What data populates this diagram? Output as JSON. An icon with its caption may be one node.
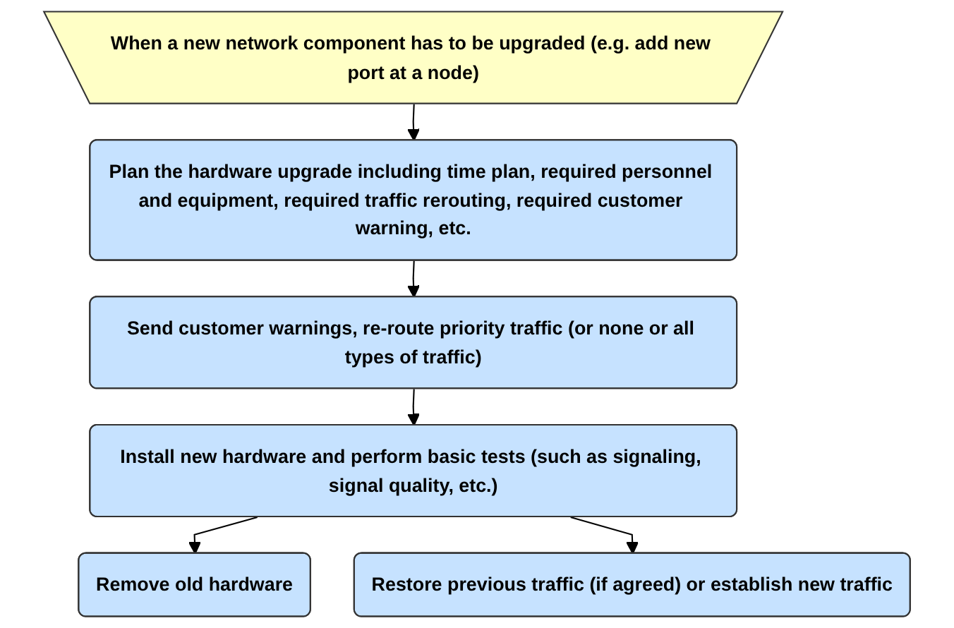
{
  "diagram": {
    "nodes": [
      {
        "text": [
          "When a new network component has to be upgraded (e.g. add new port at a node)"
        ]
      },
      {
        "text": [
          "Plan the hardware upgrade including time plan, required personnel and equipment, required traffic rerouting, required customer warning, etc."
        ]
      },
      {
        "text": [
          "Send customer warnings, re-route priority traffic (or none or all types of traffic)"
        ]
      },
      {
        "text": [
          "Install new hardware and perform basic tests (such as signaling, signal quality, etc.)"
        ]
      },
      {
        "text": [
          "Remove old hardware"
        ]
      },
      {
        "text": [
          "Restore previous traffic (if agreed) or establish new traffic"
        ]
      }
    ],
    "edges": [
      {
        "from": 0,
        "to": 1,
        "arrow": "to"
      },
      {
        "from": 1,
        "to": 2,
        "arrow": "to"
      },
      {
        "from": 2,
        "to": 3,
        "arrow": "to"
      },
      {
        "from": 3,
        "to": 4,
        "arrow": "to"
      },
      {
        "from": 3,
        "to": 5,
        "arrow": "to"
      }
    ]
  }
}
